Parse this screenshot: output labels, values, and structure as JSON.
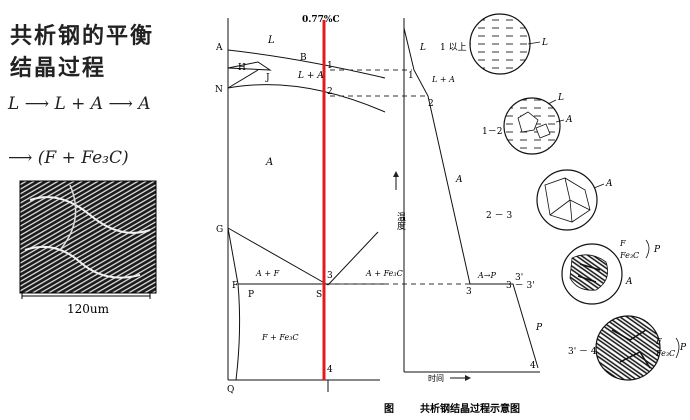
{
  "title_line1": "共析钢的平衡",
  "title_line2": "结晶过程",
  "formula1": "L ⟶ L + A ⟶ A",
  "formula2": "⟶ (F + Fe₃C)",
  "micrograph": {
    "scale_label": "120um"
  },
  "phase_diagram": {
    "composition_label": "0.77%C",
    "point_labels": {
      "A": "A",
      "B": "B",
      "H": "H",
      "J": "J",
      "N": "N",
      "G": "G",
      "F": "F",
      "P": "P",
      "S": "S",
      "Q": "Q"
    },
    "region_labels": {
      "L": "L",
      "L_A": "L + A",
      "A": "A",
      "A_F": "A + F",
      "A_Fe3C": "A + Fe₃C",
      "F_Fe3C": "F + Fe₃C"
    },
    "line_points": {
      "p1": "1",
      "p2": "2",
      "p3": "3",
      "p4": "4"
    }
  },
  "cooling_curve": {
    "ylabel": "温度",
    "xlabel": "时间",
    "labels": {
      "L1": "L",
      "L2": "L + A",
      "A": "A",
      "AP": "A→P",
      "P": "P",
      "p1": "1",
      "p2": "2",
      "p3": "3",
      "p3b": "3'",
      "p4": "4"
    }
  },
  "stages": [
    {
      "label": "1 以上",
      "phases": [
        "L"
      ]
    },
    {
      "label": "1－2",
      "phases": [
        "L",
        "A"
      ]
    },
    {
      "label": "2 － 3",
      "phases": [
        "A"
      ]
    },
    {
      "label": "3 － 3'",
      "phases": [
        "F",
        "Fe₃C",
        "P",
        "A"
      ]
    },
    {
      "label": "3' － 4",
      "phases": [
        "F",
        "Fe₃C",
        "P"
      ]
    }
  ],
  "caption": {
    "fig": "图",
    "text": "共析钢结晶过程示意图"
  }
}
